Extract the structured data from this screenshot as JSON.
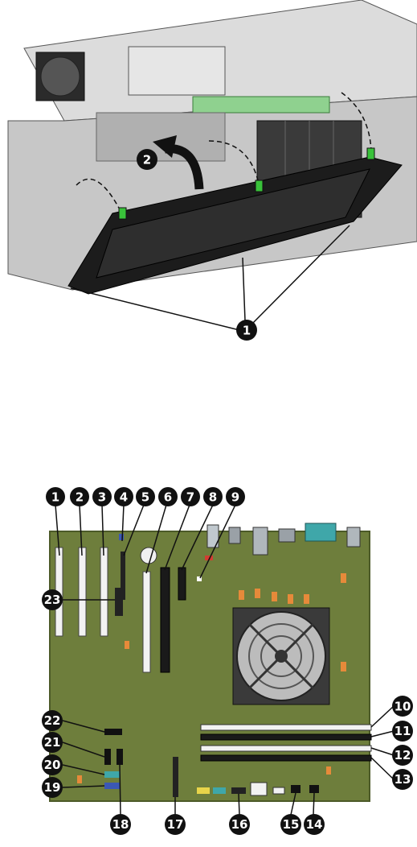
{
  "figure_top": {
    "callouts": [
      {
        "id": "c1",
        "label": "1"
      },
      {
        "id": "c2",
        "label": "2"
      }
    ]
  },
  "figure_bottom": {
    "callouts": [
      {
        "id": "b1",
        "label": "1"
      },
      {
        "id": "b2",
        "label": "2"
      },
      {
        "id": "b3",
        "label": "3"
      },
      {
        "id": "b4",
        "label": "4"
      },
      {
        "id": "b5",
        "label": "5"
      },
      {
        "id": "b6",
        "label": "6"
      },
      {
        "id": "b7",
        "label": "7"
      },
      {
        "id": "b8",
        "label": "8"
      },
      {
        "id": "b9",
        "label": "9"
      },
      {
        "id": "b10",
        "label": "10"
      },
      {
        "id": "b11",
        "label": "11"
      },
      {
        "id": "b12",
        "label": "12"
      },
      {
        "id": "b13",
        "label": "13"
      },
      {
        "id": "b14",
        "label": "14"
      },
      {
        "id": "b15",
        "label": "15"
      },
      {
        "id": "b16",
        "label": "16"
      },
      {
        "id": "b17",
        "label": "17"
      },
      {
        "id": "b18",
        "label": "18"
      },
      {
        "id": "b19",
        "label": "19"
      },
      {
        "id": "b20",
        "label": "20"
      },
      {
        "id": "b21",
        "label": "21"
      },
      {
        "id": "b22",
        "label": "22"
      },
      {
        "id": "b23",
        "label": "23"
      }
    ]
  },
  "colors": {
    "board": "#6e7e3c",
    "board_edge": "#4c5a28",
    "callout": "#111111",
    "bezel": "#1c1c1c",
    "chassis": "#c7c7c7",
    "slot_white": "#f2f2f2",
    "slot_black": "#1a1a1a",
    "accent_green": "#39c23a",
    "accent_orange": "#e68a3a",
    "accent_teal": "#3fa7a9",
    "accent_blue": "#3b58b5",
    "accent_red": "#d23d32",
    "accent_yellow": "#e8d44a"
  }
}
